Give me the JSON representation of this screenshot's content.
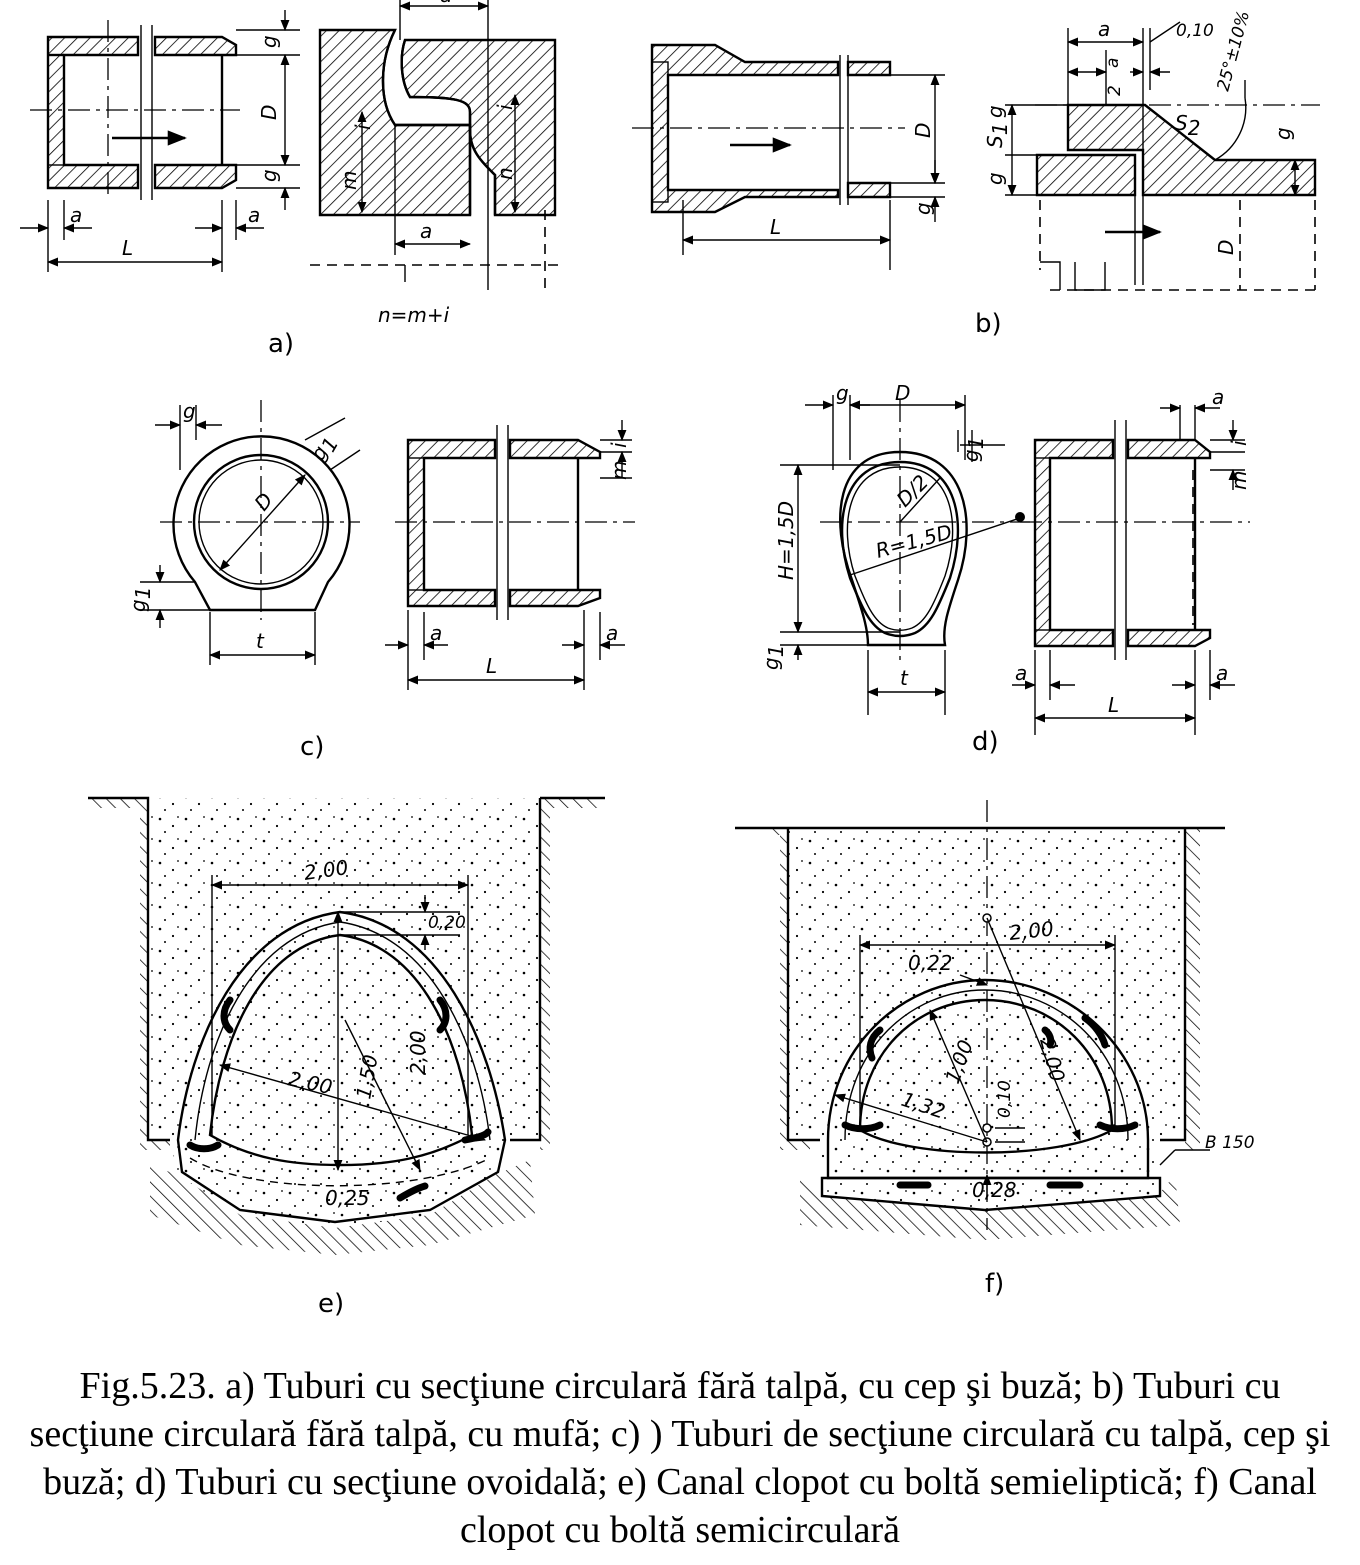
{
  "panels": {
    "a": {
      "label": "a)",
      "dims": {
        "g": "g",
        "D": "D",
        "a": "a",
        "L": "L",
        "m": "m",
        "n": "n",
        "i": "i",
        "formula": "n=m+i"
      }
    },
    "b": {
      "label": "b)",
      "dims": {
        "a": "a",
        "a_half_num": "a",
        "a_half_den": "2",
        "tol": "0,10",
        "slope": "25°±10%",
        "g": "g",
        "S1": "S",
        "S1_sub": "1",
        "S2": "S",
        "S2_sub": "2",
        "D": "D",
        "L": "L"
      }
    },
    "c": {
      "label": "c)",
      "dims": {
        "g": "g",
        "g1": "g",
        "g1_sub": "1",
        "D": "D",
        "t": "t",
        "i": "i",
        "m": "m",
        "a": "a",
        "L": "L"
      }
    },
    "d": {
      "label": "d)",
      "dims": {
        "g": "g",
        "D": "D",
        "g1": "g",
        "g1_sub": "1",
        "r": "D/2",
        "R": "R=1,5D",
        "H": "H=1,5D",
        "t": "t",
        "i": "i",
        "m": "m",
        "a": "a",
        "L": "L"
      }
    },
    "e": {
      "label": "e)",
      "dims": {
        "width": "2,00",
        "top": "0,20",
        "radius": "2,00",
        "height": "1,50",
        "side_radius": "2,00",
        "bottom": "0,25"
      }
    },
    "f": {
      "label": "f)",
      "dims": {
        "width": "2,00",
        "top": "0,22",
        "r1": "1,00",
        "r2": "1,32",
        "offset": "0,10",
        "side_radius": "2,00",
        "bottom": "0,28",
        "concrete": "B 150"
      }
    }
  },
  "caption": {
    "fig": "Fig.5.23.",
    "a": "a) Tuburi cu secţiune circulară fără talpă, cu cep şi buză;",
    "b": "b) Tuburi cu secţiune circulară fără talpă, cu mufă;",
    "c": "c) ) Tuburi de secţiune circulară cu talpă, cep şi buză;",
    "d": "d) Tuburi cu secţiune ovoidală;",
    "e": "e) Canal clopot cu boltă semieliptică;",
    "f": "f) Canal clopot cu boltă semicirculară"
  }
}
